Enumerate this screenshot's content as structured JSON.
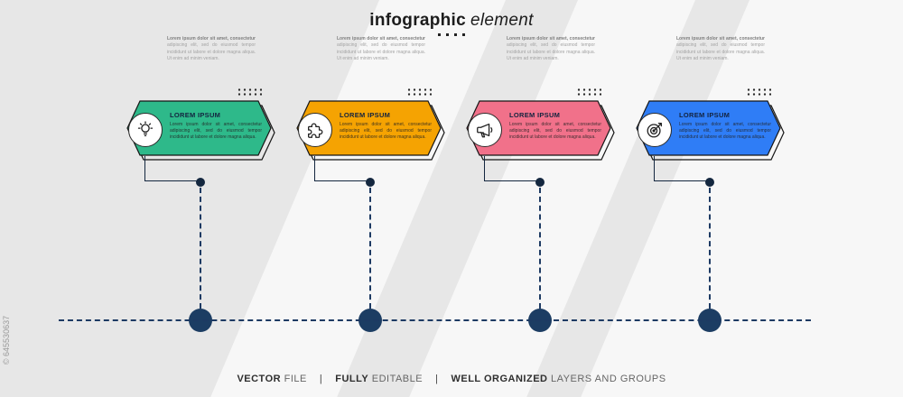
{
  "title": {
    "word1": "infographic",
    "word2": "element"
  },
  "watermark": "© 645530637",
  "cards": [
    {
      "title": "LOREM IPSUM",
      "body": "Lorem ipsum dolor sit amet, consectetur adipiscing elit, sed do eiusmod tempor incididunt ut labore et dolore magna aliqua.",
      "top_text": "Lorem ipsum dolor sit amet, consectetur adipiscing elit, sed do eiusmod tempor incididunt ut labore et dolore magna aliqua. Ut enim ad minim veniam.",
      "icon": "lightbulb-icon",
      "color": "#2eb98a"
    },
    {
      "title": "LOREM IPSUM",
      "body": "Lorem ipsum dolor sit amet, consectetur adipiscing elit, sed do eiusmod tempor incididunt ut labore et dolore magna aliqua.",
      "top_text": "Lorem ipsum dolor sit amet, consectetur adipiscing elit, sed do eiusmod tempor incididunt ut labore et dolore magna aliqua. Ut enim ad minim veniam.",
      "icon": "puzzle-icon",
      "color": "#f5a302"
    },
    {
      "title": "LOREM IPSUM",
      "body": "Lorem ipsum dolor sit amet, consectetur adipiscing elit, sed do eiusmod tempor incididunt ut labore et dolore magna aliqua.",
      "top_text": "Lorem ipsum dolor sit amet, consectetur adipiscing elit, sed do eiusmod tempor incididunt ut labore et dolore magna aliqua. Ut enim ad minim veniam.",
      "icon": "megaphone-icon",
      "color": "#f1718a"
    },
    {
      "title": "LOREM IPSUM",
      "body": "Lorem ipsum dolor sit amet, consectetur adipiscing elit, sed do eiusmod tempor incididunt ut labore et dolore magna aliqua.",
      "top_text": "Lorem ipsum dolor sit amet, consectetur adipiscing elit, sed do eiusmod tempor incididunt ut labore et dolore magna aliqua. Ut enim ad minim veniam.",
      "icon": "target-icon",
      "color": "#2f7df6"
    }
  ],
  "footer": {
    "items": [
      {
        "bold": "VECTOR",
        "rest": " FILE"
      },
      {
        "bold": "FULLY",
        "rest": " EDITABLE"
      },
      {
        "bold": "WELL ORGANIZED",
        "rest": " LAYERS AND GROUPS"
      }
    ],
    "separator": "|"
  },
  "colors": {
    "background": "#e7e7e7",
    "stripe": "#f7f7f7",
    "timeline": "#1d3a63",
    "node": "#1c3d63",
    "card_green": "#2eb98a",
    "card_orange": "#f5a302",
    "card_pink": "#f1718a",
    "card_blue": "#2f7df6",
    "text_dark": "#1c1c1c",
    "text_muted": "#a3a3a3"
  }
}
